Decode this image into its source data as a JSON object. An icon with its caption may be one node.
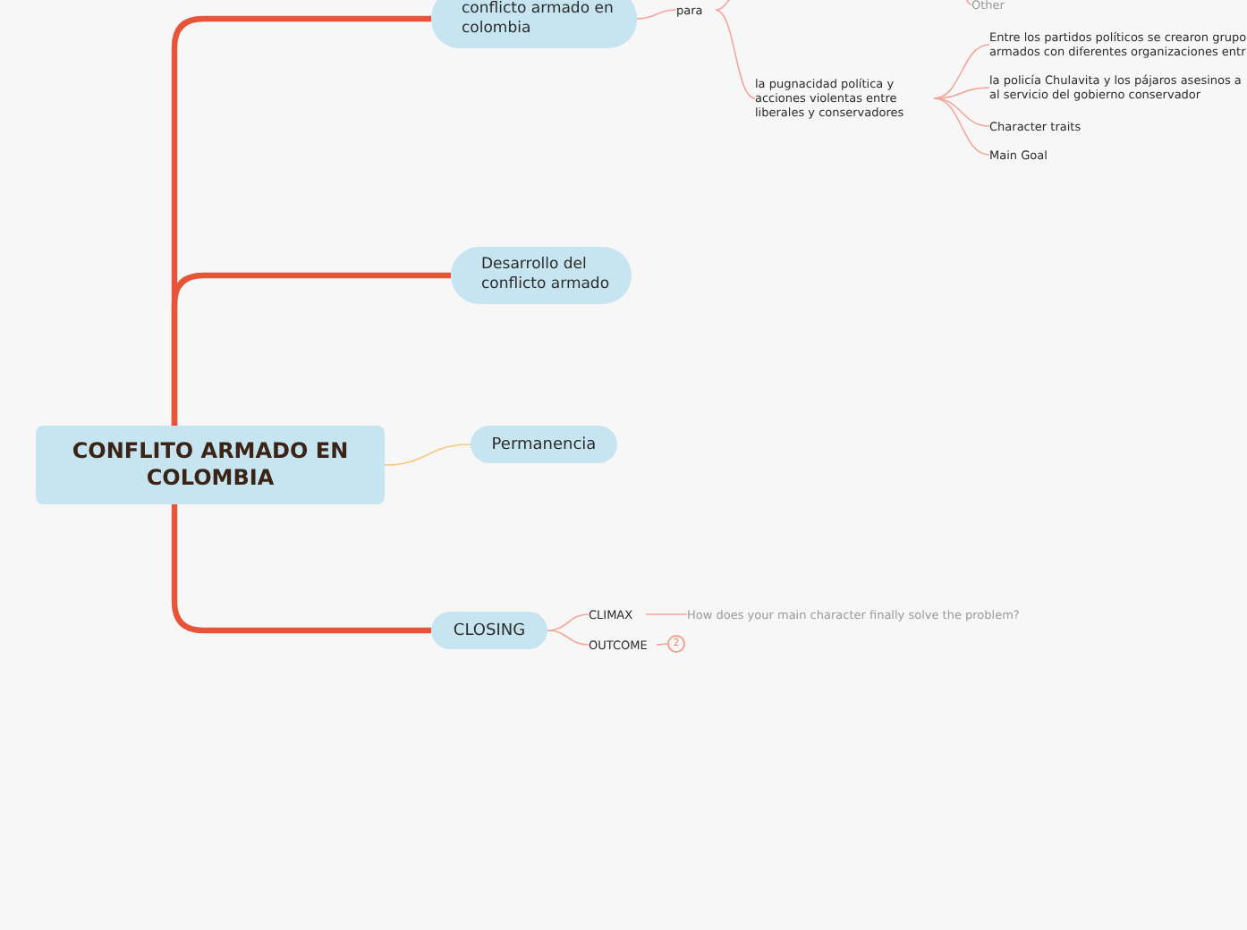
{
  "diagram": {
    "nodes": [
      {
        "text": [
          "CONFLITO ARMADO EN COLOMBIA"
        ]
      },
      {
        "text": [
          "conflicto armado en colombia"
        ]
      },
      {
        "text": [
          "Desarrollo del conflicto armado"
        ]
      },
      {
        "text": [
          "Permanencia"
        ]
      },
      {
        "text": [
          "CLOSING"
        ]
      },
      {
        "text": [
          "para"
        ]
      },
      {
        "text": [
          "Other"
        ]
      },
      {
        "text": [
          "la pugnacidad política y acciones violentas entre liberales y conservadores"
        ]
      },
      {
        "text": [
          "Entre los partidos políticos se crearon grupo armados con diferentes organizaciones entr"
        ]
      },
      {
        "text": [
          "la policía Chulavita y los pájaros asesinos a al servicio del gobierno conservador"
        ]
      },
      {
        "text": [
          "Character traits"
        ]
      },
      {
        "text": [
          "Main Goal"
        ]
      },
      {
        "text": [
          "CLIMAX"
        ]
      },
      {
        "text": [
          "How does your main character finally solve the problem?"
        ]
      },
      {
        "text": [
          "OUTCOME"
        ]
      },
      {
        "text": [
          "2"
        ]
      }
    ],
    "edges": [
      {
        "from": 0,
        "to": 1,
        "arrow": "none",
        "style": "thick",
        "color": "#e8543a"
      },
      {
        "from": 0,
        "to": 2,
        "arrow": "none",
        "style": "thick",
        "color": "#e8543a"
      },
      {
        "from": 0,
        "to": 3,
        "arrow": "none",
        "color": "#f9c77a"
      },
      {
        "from": 0,
        "to": 4,
        "arrow": "none",
        "style": "thick",
        "color": "#e8543a"
      },
      {
        "from": 1,
        "to": 5,
        "arrow": "none"
      },
      {
        "from": 5,
        "to": null,
        "arrow": "none"
      },
      {
        "from": 5,
        "to": 7,
        "arrow": "none"
      },
      {
        "from": null,
        "to": 6,
        "arrow": "none"
      },
      {
        "from": 7,
        "to": 8,
        "arrow": "none"
      },
      {
        "from": 7,
        "to": 9,
        "arrow": "none"
      },
      {
        "from": 7,
        "to": 10,
        "arrow": "none"
      },
      {
        "from": 7,
        "to": 11,
        "arrow": "none"
      },
      {
        "from": 4,
        "to": 12,
        "arrow": "none"
      },
      {
        "from": 4,
        "to": 14,
        "arrow": "none"
      },
      {
        "from": 12,
        "to": 13,
        "arrow": "none"
      },
      {
        "from": 14,
        "to": 15,
        "arrow": "none"
      }
    ]
  }
}
